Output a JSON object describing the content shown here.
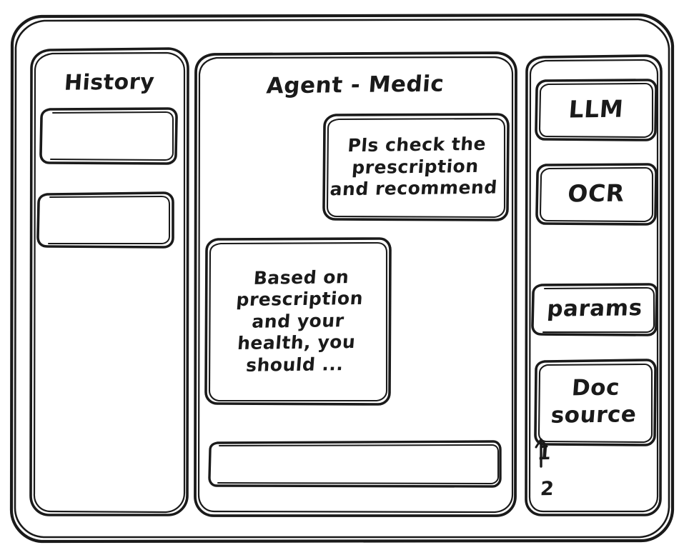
{
  "window": {
    "frame_name": "app-window"
  },
  "history": {
    "title": "History",
    "items": [
      {
        "label": ""
      },
      {
        "label": ""
      }
    ]
  },
  "chat": {
    "title": "Agent - Medic",
    "messages": [
      {
        "role": "user",
        "text": "Pls check the\nprescription\nand recommend"
      },
      {
        "role": "agent",
        "text": "Based on\nprescription\nand your\nhealth, you\nshould ..."
      }
    ],
    "composer": {
      "value": "",
      "placeholder": ""
    }
  },
  "tools": {
    "cards": [
      {
        "label": "LLM"
      },
      {
        "label": "OCR"
      },
      {
        "label": "params"
      },
      {
        "label": "Doc\nsource"
      }
    ],
    "doc_sources": [
      {
        "label": "1"
      },
      {
        "label": "2"
      }
    ]
  },
  "style": {
    "stroke": "#1a1a1a",
    "background": "#ffffff"
  }
}
